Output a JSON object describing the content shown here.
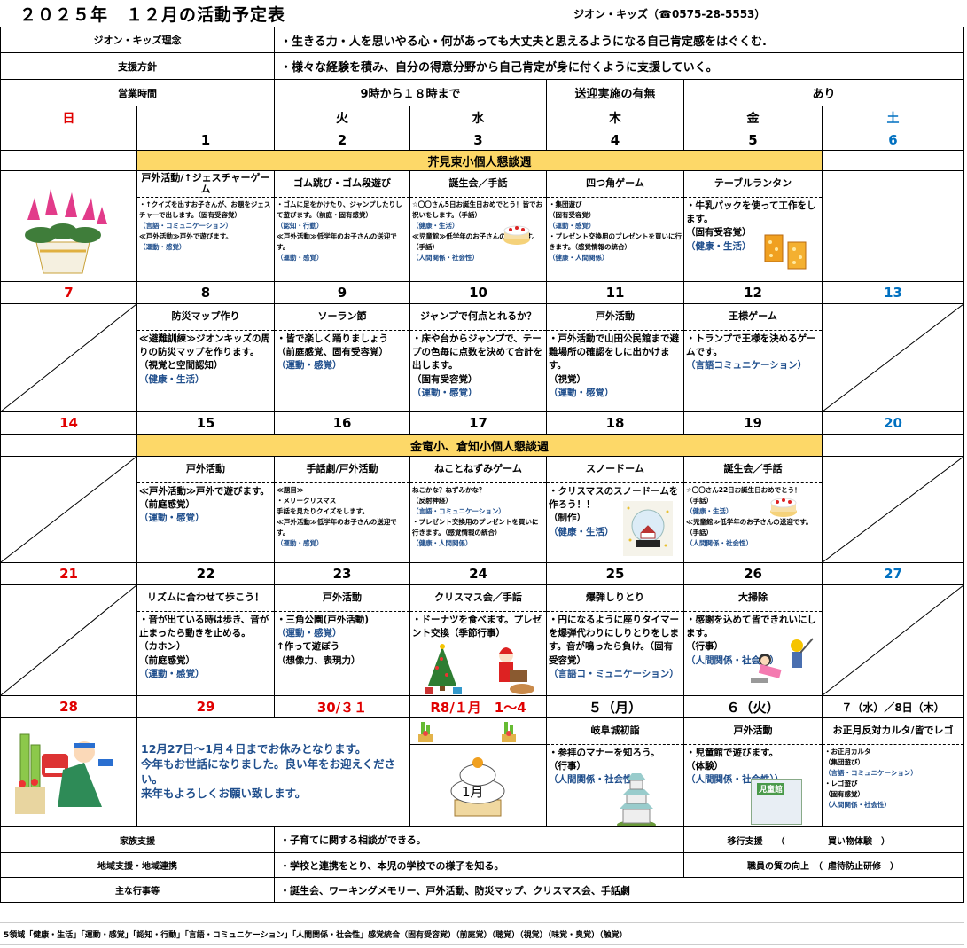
{
  "header": {
    "title": "２０２５年　１２月の活動予定表",
    "org": "ジオン・キッズ（☎0575-28-5553）"
  },
  "info": {
    "philosophy_label": "ジオン・キッズ理念",
    "philosophy": "・生きる力・人を思いやる心・何があっても大丈夫と思えるようになる自己肯定感をはぐくむ.",
    "policy_label": "支援方針",
    "policy": "・様々な経験を積み、自分の得意分野から自己肯定が身に付くように支援していく。",
    "hours_label": "営業時間",
    "hours": "9時から１８時まで",
    "transport_label": "送迎実施の有無",
    "transport": "あり"
  },
  "weekdays": [
    "日",
    "",
    "火",
    "水",
    "木",
    "金",
    "土"
  ],
  "weeks": [
    {
      "dates": [
        "",
        "1",
        "2",
        "3",
        "4",
        "5",
        "6"
      ],
      "banner": "芥見東小個人懇談週",
      "cells": [
        {
          "type": "image",
          "icon": "cyclamen"
        },
        {
          "type": "act",
          "title": "戸外活動/↑ジェスチャーゲーム",
          "lines": [
            {
              "t": "・↑クイズを出すお子さんが、お題をジェスチャーで出します。（固有受容覚）"
            },
            {
              "t": "（言語・コミュニケーション）",
              "b": 1
            },
            {
              "t": "≪戸外活動≫戸外で遊びます。"
            },
            {
              "t": "（運動・感覚）",
              "b": 1
            }
          ]
        },
        {
          "type": "act",
          "title": "ゴム跳び・ゴム段遊び",
          "lines": [
            {
              "t": "・ゴムに足をかけたり、ジャンプしたりして遊びます。（前庭・固有感覚）"
            },
            {
              "t": "（認知・行動）",
              "b": 1
            },
            {
              "t": "≪戸外活動≫低学年のお子さんの送迎です。"
            },
            {
              "t": "（運動・感覚）",
              "b": 1
            }
          ]
        },
        {
          "type": "act",
          "title": "誕生会／手話",
          "icon": "cake",
          "lines": [
            {
              "t": "☆〇〇さん5日お誕生日おめでとう！皆でお祝いをします。（手話）"
            },
            {
              "t": "（健康・生活）",
              "b": 1
            },
            {
              "t": "≪児童館≫低学年のお子さんの送迎です。（手話）"
            },
            {
              "t": "（人間関係・社会性）",
              "b": 1
            }
          ]
        },
        {
          "type": "act",
          "title": "四つ角ゲーム",
          "lines": [
            {
              "t": "・集団遊び"
            },
            {
              "t": "（固有受容覚）"
            },
            {
              "t": "（運動・感覚）",
              "b": 1
            },
            {
              "t": "・プレゼント交換用のプレゼントを買いに行きます。（感覚情報の統合）"
            },
            {
              "t": "（健康・人間関係）",
              "b": 1
            }
          ]
        },
        {
          "type": "act",
          "title": "テーブルランタン",
          "icon": "lantern",
          "lines": [
            {
              "t": "・牛乳パックを使って工作をします。"
            },
            {
              "t": "（固有受容覚）"
            },
            {
              "t": "（健康・生活）",
              "b": 1
            }
          ]
        },
        {
          "type": "empty"
        }
      ]
    },
    {
      "dates": [
        "7",
        "8",
        "9",
        "10",
        "11",
        "12",
        "13"
      ],
      "cells": [
        {
          "type": "diag"
        },
        {
          "type": "act",
          "title": "防災マップ作り",
          "lines": [
            {
              "t": "≪避難訓練≫ジオンキッズの周りの防災マップを作ります。"
            },
            {
              "t": "（視覚と空間認知）"
            },
            {
              "t": "（健康・生活）",
              "b": 1
            }
          ]
        },
        {
          "type": "act",
          "title": "ソーラン節",
          "lines": [
            {
              "t": "・皆で楽しく踊りましょう"
            },
            {
              "t": "（前庭感覚、固有受容覚）"
            },
            {
              "t": "（運動・感覚）",
              "b": 1
            }
          ]
        },
        {
          "type": "act",
          "title": "ジャンプで何点とれるか？",
          "lines": [
            {
              "t": "・床や台からジャンプで、テープの色毎に点数を決めて合計を出します。"
            },
            {
              "t": "（固有受容覚）"
            },
            {
              "t": "（運動・感覚）",
              "b": 1
            }
          ]
        },
        {
          "type": "act",
          "title": "戸外活動",
          "lines": [
            {
              "t": "・戸外活動で山田公民館まで避難場所の確認をしに出かけます。"
            },
            {
              "t": "（視覚）"
            },
            {
              "t": "（運動・感覚）",
              "b": 1
            }
          ]
        },
        {
          "type": "act",
          "title": "王様ゲーム",
          "lines": [
            {
              "t": "・トランプで王様を決めるゲームです。"
            },
            {
              "t": "（言語コミュニケーション）",
              "b": 1
            }
          ]
        },
        {
          "type": "diag"
        }
      ]
    },
    {
      "dates": [
        "14",
        "15",
        "16",
        "17",
        "18",
        "19",
        "20"
      ],
      "banner": "金竜小、倉知小個人懇談週",
      "cells": [
        {
          "type": "diag"
        },
        {
          "type": "act",
          "title": "戸外活動",
          "lines": [
            {
              "t": "≪戸外活動≫戸外で遊びます。"
            },
            {
              "t": "（前庭感覚）"
            },
            {
              "t": "（運動・感覚）",
              "b": 1
            }
          ]
        },
        {
          "type": "act",
          "title": "手話劇/戸外活動",
          "lines": [
            {
              "t": "≪題目≫"
            },
            {
              "t": "・メリークリスマス"
            },
            {
              "t": "手話を見たりクイズをします。"
            },
            {
              "t": "≪戸外活動≫低学年のお子さんの送迎です。"
            },
            {
              "t": "（運動・感覚）",
              "b": 1
            }
          ]
        },
        {
          "type": "act",
          "title": "ねことねずみゲーム",
          "lines": [
            {
              "t": "ねこかな？ねずみかな？"
            },
            {
              "t": "（反射神経）"
            },
            {
              "t": "（言語・コミュニケーション）",
              "b": 1
            },
            {
              "t": "・プレゼント交換用のプレゼントを買いに行きます。（感覚情報の統合）"
            },
            {
              "t": "（健康・人間関係）",
              "b": 1
            }
          ]
        },
        {
          "type": "act",
          "title": "スノードーム",
          "icon": "snowglobe",
          "lines": [
            {
              "t": "・クリスマスのスノードームを作ろう！！"
            },
            {
              "t": "（制作）"
            },
            {
              "t": "（健康・生活）",
              "b": 1
            }
          ]
        },
        {
          "type": "act",
          "title": "誕生会／手話",
          "icon": "cake",
          "lines": [
            {
              "t": "☆〇〇さん22日お誕生日おめでとう！"
            },
            {
              "t": "（手話）"
            },
            {
              "t": "（健康・生活）",
              "b": 1
            },
            {
              "t": "≪児童館≫低学年のお子さんの送迎です。（手話）"
            },
            {
              "t": "（人間関係・社会性）",
              "b": 1
            }
          ]
        },
        {
          "type": "diag"
        }
      ]
    },
    {
      "dates": [
        "21",
        "22",
        "23",
        "24",
        "25",
        "26",
        "27"
      ],
      "cells": [
        {
          "type": "diag"
        },
        {
          "type": "act",
          "title": "リズムに合わせて歩こう！",
          "lines": [
            {
              "t": "・音が出ている時は歩き、音が止まったら動きを止める。"
            },
            {
              "t": "（カホン）"
            },
            {
              "t": "（前庭感覚）"
            },
            {
              "t": "（運動・感覚）",
              "b": 1
            }
          ]
        },
        {
          "type": "act",
          "title": "戸外活動",
          "lines": [
            {
              "t": "・三角公園(戸外活動)"
            },
            {
              "t": "（運動・感覚）",
              "b": 1
            },
            {
              "t": "↑作って遊ぼう"
            },
            {
              "t": "（想像力、表現力）"
            }
          ]
        },
        {
          "type": "act",
          "title": "クリスマス会／手話",
          "icon": "xmas",
          "lines": [
            {
              "t": "・ドーナツを食べます。プレゼント交換（季節行事）"
            }
          ]
        },
        {
          "type": "act",
          "title": "爆弾しりとり",
          "lines": [
            {
              "t": "・円になるように座りタイマーを爆弾代わりにしりとりをします。音が鳴ったら負け。（固有受容覚）"
            },
            {
              "t": "（言語コ・ミュニケーション）",
              "b": 1
            }
          ]
        },
        {
          "type": "act",
          "title": "大掃除",
          "icon": "cleaning",
          "lines": [
            {
              "t": "・感謝を込めて皆できれいにします。"
            },
            {
              "t": "（行事）"
            },
            {
              "t": "（人間関係・社会性）",
              "b": 1
            }
          ]
        },
        {
          "type": "diag"
        }
      ]
    }
  ],
  "last_week": {
    "dates": [
      "28",
      "29",
      "30/３１",
      "R8/１月　1～4",
      "５（月）",
      "６（火）",
      "７（水）／8日（木）"
    ],
    "holiday_note": [
      "12月27日～1月４日までお休みとなります。",
      "今年もお世話になりました。良い年をお迎えください。",
      "来年もよろしくお願い致します。"
    ],
    "mochi_label": "1月",
    "cells": [
      {
        "title": "岐阜城初詣",
        "icon": "castle",
        "lines": [
          {
            "t": "・参拝のマナーを知ろう。"
          },
          {
            "t": "（行事）"
          },
          {
            "t": "（人間関係・社会性）",
            "b": 1
          }
        ]
      },
      {
        "title": "戸外活動",
        "icon": "jidoukan",
        "icon_label": "児童館",
        "lines": [
          {
            "t": "・児童館で遊びます。"
          },
          {
            "t": "（体験）"
          },
          {
            "t": "（人間関係・社会性））",
            "b": 1
          }
        ]
      },
      {
        "title": "お正月反対カルタ/皆でレゴ",
        "lines": [
          {
            "t": "・お正月カルタ"
          },
          {
            "t": "（集団遊び）"
          },
          {
            "t": "（言語・コミュニケーション）",
            "b": 1
          },
          {
            "t": "・レゴ遊び"
          },
          {
            "t": "（固有感覚）"
          },
          {
            "t": "（人間関係・社会性）",
            "b": 1
          }
        ]
      }
    ]
  },
  "support": {
    "family_label": "家族支援",
    "family": "・子育てに関する相談ができる。",
    "transition_label": "移行支援　　（",
    "transition": "買い物体験　）",
    "community_label": "地域支援・地域連携",
    "community": "・学校と連携をとり、本児の学校での様子を知る。",
    "staff_label": "職員の質の向上　（",
    "staff": "虐待防止研修　）",
    "events_label": "主な行事等",
    "events": "・誕生会、ワーキングメモリー、戸外活動、防災マップ、クリスマス会、手話劇"
  },
  "footer": "5領域「健康・生活」「運動・感覚」「認知・行動」「言語・コミュニケーション」「人間関係・社会性」感覚統合（固有受容覚）（前庭覚）（聴覚）（視覚）（味覚・臭覚）（触覚）",
  "colors": {
    "sunday": "#e00000",
    "saturday": "#0070c0",
    "banner": "#fdd868",
    "domain_text": "#1f4e8c"
  }
}
